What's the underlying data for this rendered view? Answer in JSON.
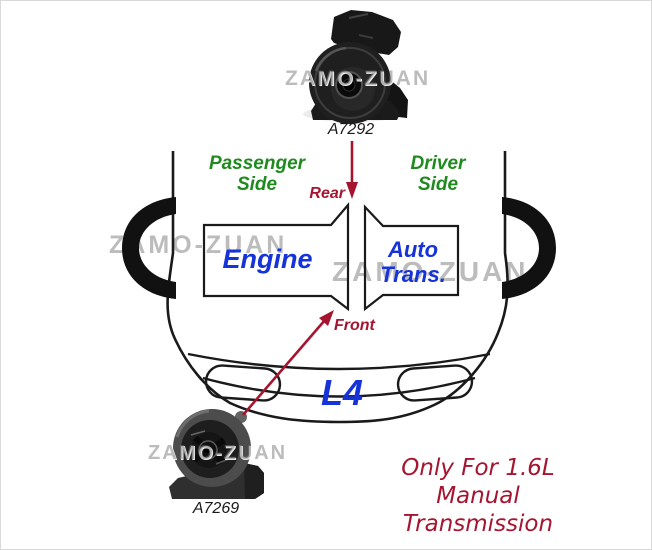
{
  "diagram": {
    "labels": {
      "passenger_side": "Passenger\nSide",
      "driver_side": "Driver\nSide",
      "rear": "Rear",
      "front": "Front",
      "engine": "Engine",
      "auto_trans": "Auto\nTrans.",
      "engine_layout": "L4"
    },
    "colors": {
      "side_label_green": "#1F8B1F",
      "component_label_blue": "#1633D9",
      "direction_label_red": "#A5152F",
      "car_outline": "#1A1A1A"
    }
  },
  "parts": {
    "top_mount": {
      "part_number": "A7292"
    },
    "bottom_mount": {
      "part_number": "A7269"
    }
  },
  "note": {
    "text": "Only For 1.6L\nManual Transmission"
  },
  "watermark": {
    "text": "ZAMO-ZUAN"
  }
}
